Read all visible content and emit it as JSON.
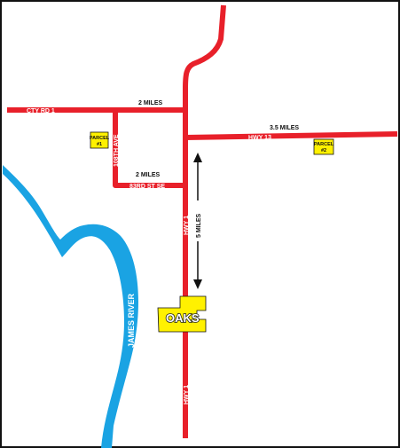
{
  "colors": {
    "road": "#e8202a",
    "river": "#1aa3e3",
    "parcel": "#fff100",
    "border": "#111111",
    "background": "#ffffff"
  },
  "roads": {
    "cty_rd_1": "CTY RD 1",
    "hwy_13": "HWY 13",
    "ave_108th": "108TH AVE",
    "st_83rd": "83RD ST SE",
    "hwy_1_north": "HWY 1",
    "hwy_1_south": "HWY 1"
  },
  "distances": {
    "cty_rd_1": "2 MILES",
    "hwy_13": "3.5 MILES",
    "st_83rd": "2 MILES",
    "hwy_1": "5 MILES"
  },
  "parcels": {
    "parcel_1": {
      "line1": "PARCEL",
      "line2": "#1"
    },
    "parcel_2": {
      "line1": "PARCEL",
      "line2": "#2"
    }
  },
  "river": {
    "name": "JAMES RIVER"
  },
  "town": {
    "name": "OAKS"
  }
}
